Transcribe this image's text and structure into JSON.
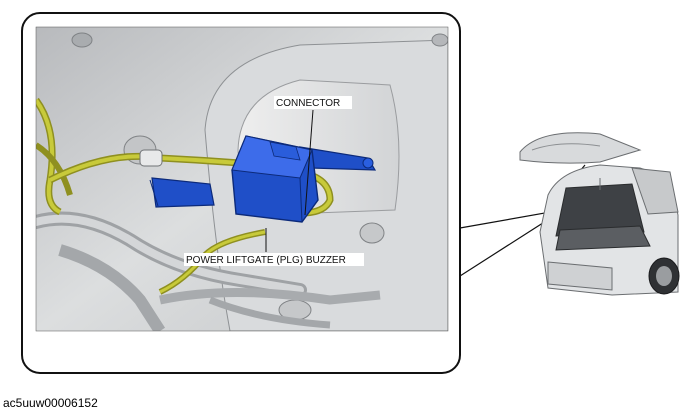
{
  "labels": {
    "connector": "CONNECTOR",
    "buzzer": "POWER LIFTGATE (PLG) BUZZER"
  },
  "figure_id": "ac5uuw00006152",
  "colors": {
    "component_blue": "#1f4fc8",
    "harness_yellow": "#b3b52a",
    "panel_gray": "#cfd1d3",
    "frame_black": "#111111"
  },
  "icons": {
    "vehicle": "suv-rear-liftgate-open-icon"
  }
}
